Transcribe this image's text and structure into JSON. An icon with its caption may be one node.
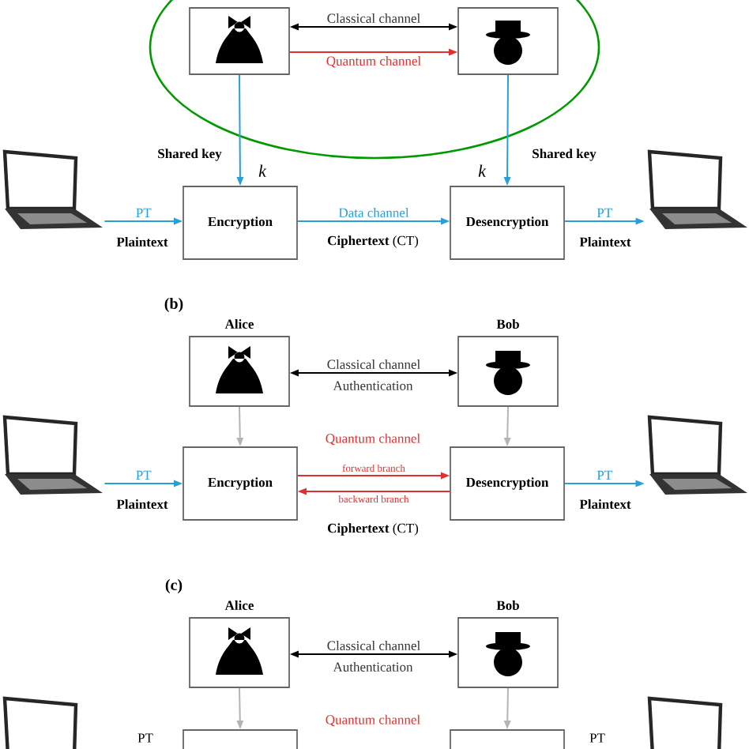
{
  "diagram": {
    "nodes": [
      {
        "text": [],
        "shape": "ellipse"
      },
      {
        "text": [],
        "shape": "box",
        "in": 0
      },
      {
        "text": [],
        "shape": "box",
        "in": 0
      },
      {
        "text": [],
        "shape": "laptop"
      },
      {
        "text": [
          "Encryption"
        ]
      },
      {
        "text": [
          "Desencryption"
        ]
      },
      {
        "text": [],
        "shape": "laptop"
      },
      {
        "text": [
          "Alice"
        ]
      },
      {
        "text": [
          "Bob"
        ]
      },
      {
        "text": [],
        "shape": "laptop"
      },
      {
        "text": [
          "Encryption"
        ]
      },
      {
        "text": [
          "Desencryption"
        ]
      },
      {
        "text": [],
        "shape": "laptop"
      },
      {
        "text": [
          "Alice"
        ]
      },
      {
        "text": [
          "Bob"
        ]
      },
      {
        "text": [],
        "shape": "laptop"
      },
      {
        "text": [],
        "shape": "box"
      },
      {
        "text": [],
        "shape": "box"
      },
      {
        "text": [],
        "shape": "laptop"
      }
    ],
    "edges": [
      {
        "from": 1,
        "to": 2,
        "arrow": "both",
        "label": "Classical channel",
        "color": "#000000"
      },
      {
        "from": 1,
        "to": 2,
        "arrow": "to",
        "label": "Quantum channel",
        "color": "#e03030"
      },
      {
        "from": 1,
        "to": 4,
        "arrow": "to"
      },
      {
        "from": 2,
        "to": 5,
        "arrow": "to"
      },
      {
        "from": 3,
        "to": 4,
        "arrow": "to",
        "label": "PT"
      },
      {
        "from": 4,
        "to": 5,
        "arrow": "to",
        "label": "Data channel"
      },
      {
        "from": 5,
        "to": 6,
        "arrow": "to",
        "label": "PT"
      },
      {
        "from": 7,
        "to": 8,
        "arrow": "both",
        "label": "Classical channel",
        "color": "#000000"
      },
      {
        "from": 7,
        "to": 10,
        "arrow": "to",
        "color": "#b4b4b4"
      },
      {
        "from": 8,
        "to": 11,
        "arrow": "to",
        "color": "#b4b4b4"
      },
      {
        "from": 9,
        "to": 10,
        "arrow": "to",
        "label": "PT"
      },
      {
        "from": 10,
        "to": 11,
        "arrow": "to",
        "label": "forward branch",
        "color": "#e03030"
      },
      {
        "from": 11,
        "to": 10,
        "arrow": "to",
        "label": "backward branch",
        "color": "#e03030"
      },
      {
        "from": 11,
        "to": 12,
        "arrow": "to",
        "label": "PT"
      },
      {
        "from": 13,
        "to": 14,
        "arrow": "both",
        "label": "Classical channel",
        "color": "#000000"
      },
      {
        "from": 13,
        "to": 16,
        "arrow": "to",
        "color": "#b4b4b4"
      },
      {
        "from": 14,
        "to": 17,
        "arrow": "to",
        "color": "#b4b4b4"
      }
    ],
    "labels": [
      "Shared key",
      "Shared key",
      "k",
      "k",
      "Plaintext",
      "**Ciphertext** (CT)",
      "Plaintext",
      "(b)",
      "Authentication",
      "Quantum channel",
      "Plaintext",
      "**Ciphertext** (CT)",
      "Plaintext",
      "(c)",
      "Authentication",
      "Quantum channel",
      "PT",
      "PT"
    ]
  }
}
